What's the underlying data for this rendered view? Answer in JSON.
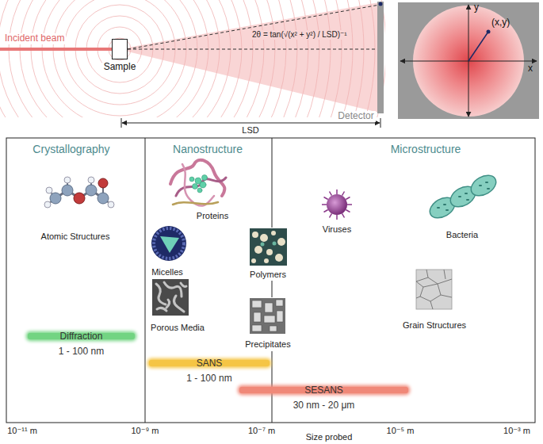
{
  "diagram": {
    "nodes": [
      {
        "text": [
          "Sample"
        ]
      },
      {
        "text": [
          "Diffraction",
          "1 - 100 nm"
        ]
      },
      {
        "text": [
          "SANS",
          "1 - 100 nm"
        ]
      },
      {
        "text": [
          "SESANS",
          "30 nm - 20 μm"
        ]
      }
    ],
    "labels": [
      "Incident beam",
      "2θ = tan(√(x² + y²) / LSD)⁻¹",
      "y",
      "(x,y)",
      "x",
      "Detector",
      "LSD",
      "Crystallography",
      "Nanostructure",
      "Microstructure",
      "Atomic Structures",
      "Proteins",
      "Viruses",
      "Bacteria",
      "Micelles",
      "Polymers",
      "Porous Media",
      "Precipitates",
      "Grain Structures",
      "10⁻¹¹ m",
      "10⁻⁹ m",
      "10⁻⁷ m",
      "10⁻⁵ m",
      "10⁻³ m",
      "Size probed"
    ]
  }
}
